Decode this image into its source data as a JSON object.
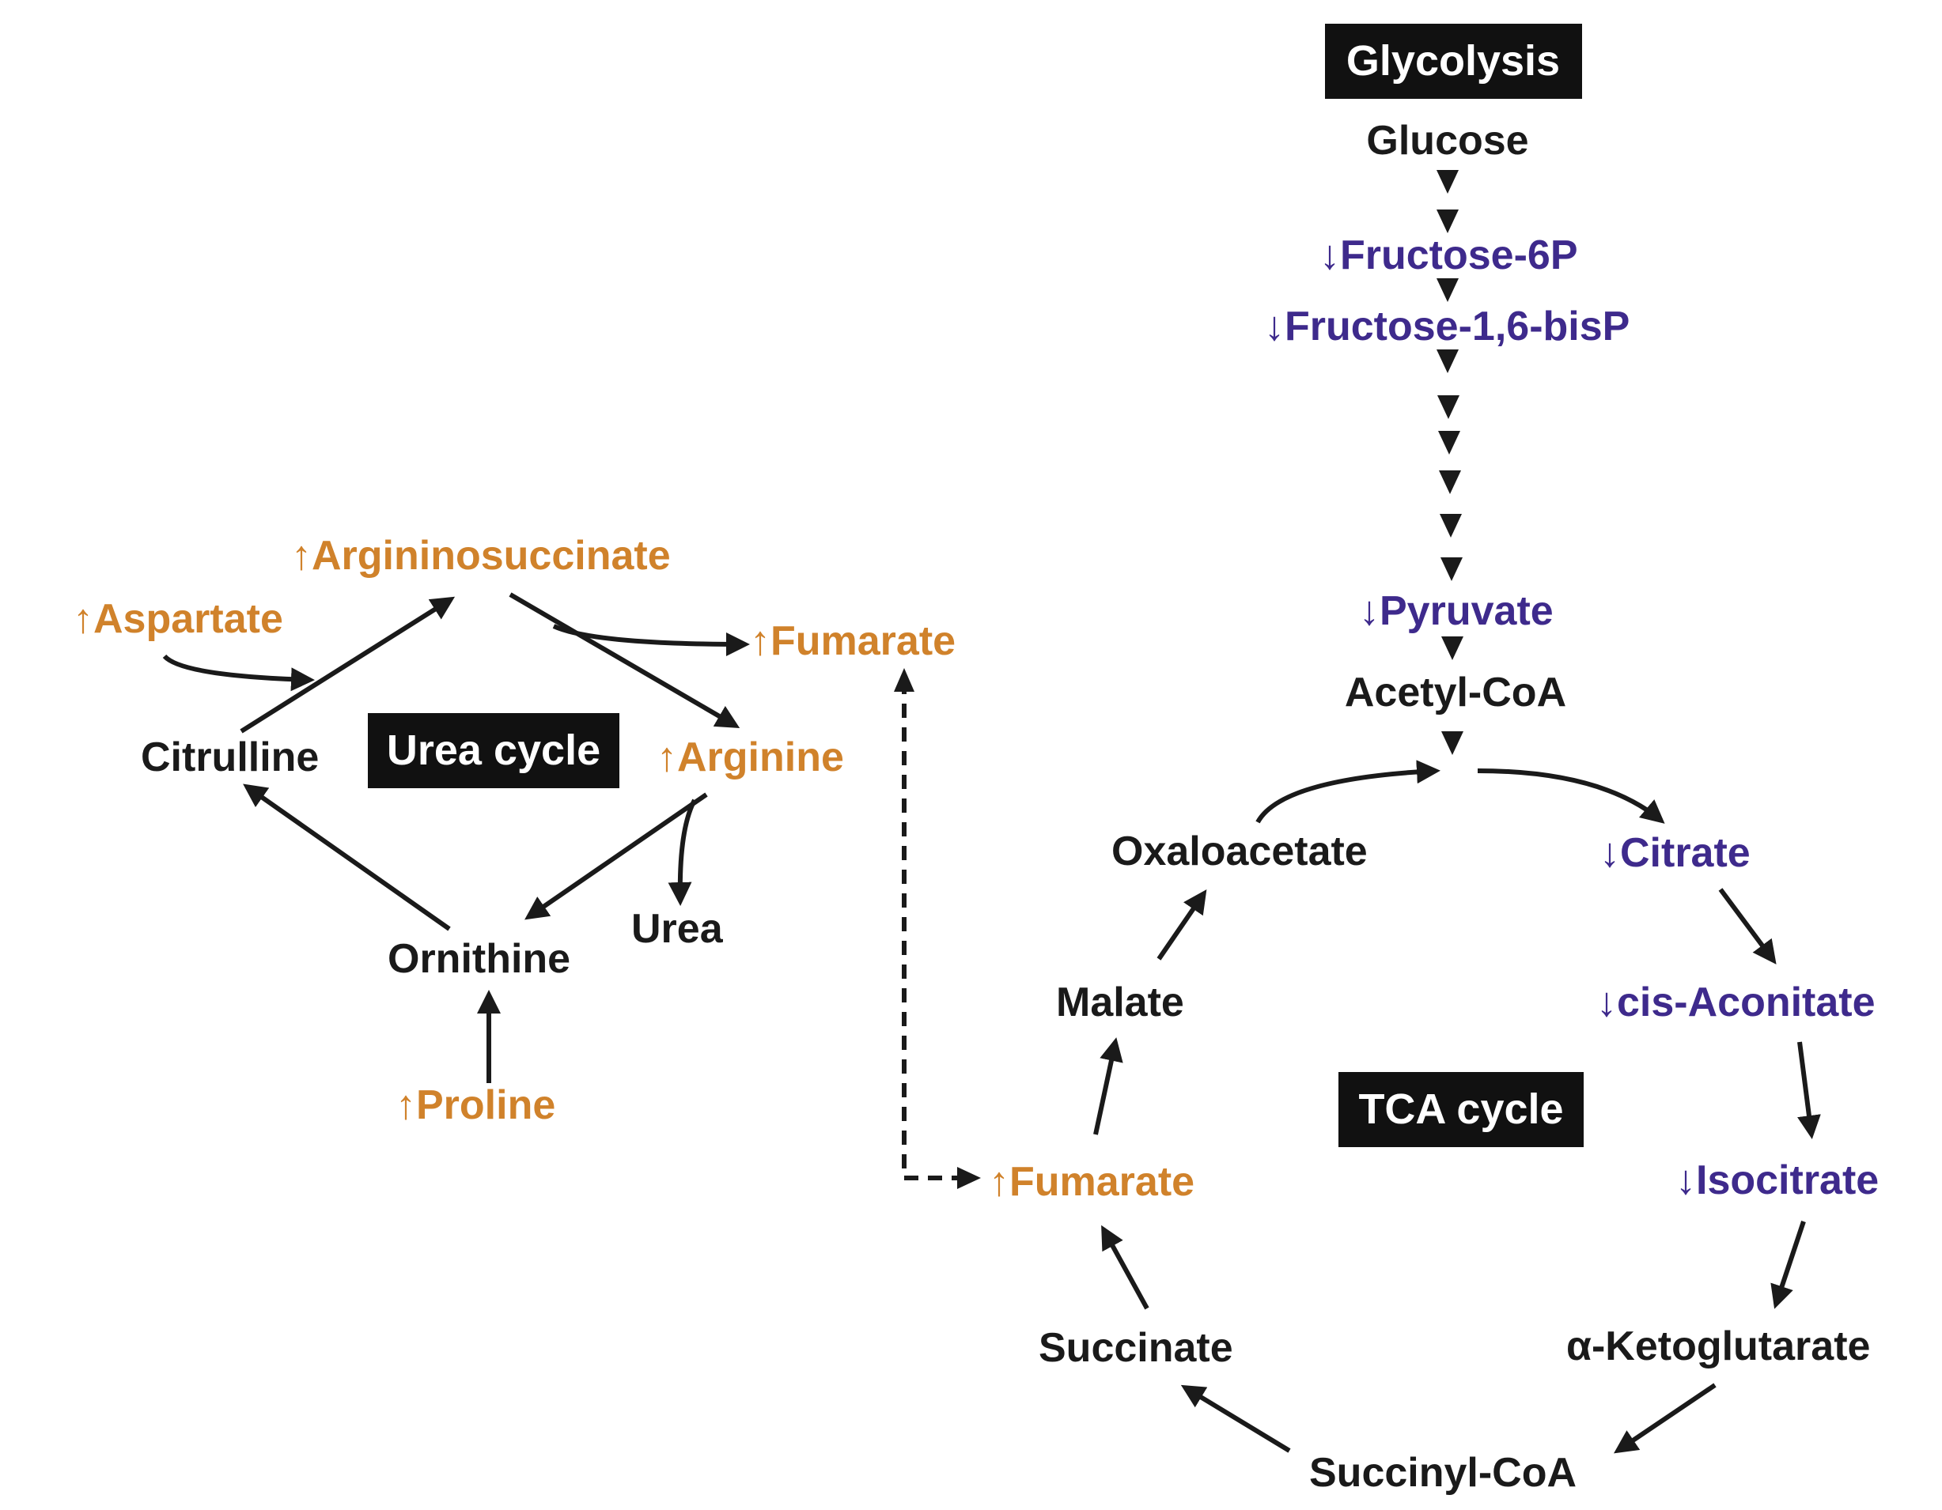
{
  "colors": {
    "up": "#d0822b",
    "down": "#3e2a8c",
    "neutral": "#1a1a1a",
    "box_bg": "#111111",
    "box_text": "#ffffff"
  },
  "markers": {
    "up": "↑",
    "down": "↓"
  },
  "pathways": {
    "glycolysis": "Glycolysis",
    "urea_cycle": "Urea cycle",
    "tca_cycle": "TCA cycle"
  },
  "metabolites": {
    "glucose": "Glucose",
    "fructose_6p": "Fructose-6P",
    "fructose_16bisp": "Fructose-1,6-bisP",
    "pyruvate": "Pyruvate",
    "acetyl_coa": "Acetyl-CoA",
    "citrate": "Citrate",
    "cis_aconitate": "cis-Aconitate",
    "isocitrate": "Isocitrate",
    "alpha_ketoglutarate": "α-Ketoglutarate",
    "succinyl_coa": "Succinyl-CoA",
    "succinate": "Succinate",
    "fumarate_tca": "Fumarate",
    "malate": "Malate",
    "oxaloacetate": "Oxaloacetate",
    "argininosuccinate": "Argininosuccinate",
    "aspartate": "Aspartate",
    "fumarate_urea": "Fumarate",
    "citrulline": "Citrulline",
    "arginine": "Arginine",
    "ornithine": "Ornithine",
    "urea": "Urea",
    "proline": "Proline"
  }
}
